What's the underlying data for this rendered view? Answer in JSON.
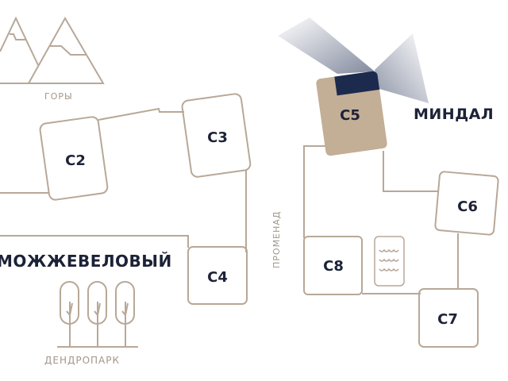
{
  "map": {
    "landmarks": {
      "mountains": "ГОРЫ",
      "dendropark": "ДЕНДРОПАРК",
      "promenade": "ПРОМЕНАД"
    },
    "streets": {
      "juniper": "МОЖЖЕВЕЛОВЫЙ",
      "almond": "МИНДАЛ"
    },
    "buildings": [
      {
        "id": "C2",
        "label": "С2",
        "selected": false
      },
      {
        "id": "C3",
        "label": "С3",
        "selected": false
      },
      {
        "id": "C4",
        "label": "С4",
        "selected": false
      },
      {
        "id": "C5",
        "label": "С5",
        "selected": true
      },
      {
        "id": "C6",
        "label": "С6",
        "selected": false
      },
      {
        "id": "C7",
        "label": "С7",
        "selected": false
      },
      {
        "id": "C8",
        "label": "С8",
        "selected": false
      }
    ],
    "icons": [
      "mountains-icon",
      "trees-icon",
      "pool-icon",
      "view-cone-icon"
    ],
    "colors": {
      "outline": "#b8a898",
      "selected_fill": "#c3ae96",
      "selected_accent": "#1c2a4e",
      "text": "#1c2237",
      "muted_text": "#a3968a"
    }
  }
}
